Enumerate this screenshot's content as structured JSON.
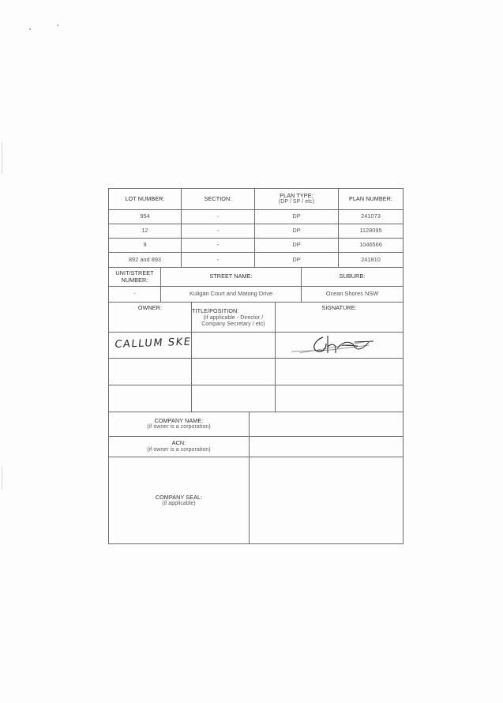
{
  "lots_table": {
    "headers": {
      "lot_number": "LOT NUMBER:",
      "section": "SECTION:",
      "plan_type": "PLAN TYPE:",
      "plan_type_note": "(DP / SP / etc)",
      "plan_number": "PLAN NUMBER:"
    },
    "rows": [
      {
        "lot": "954",
        "section": "-",
        "plan_type": "DP",
        "plan_number": "241073"
      },
      {
        "lot": "12",
        "section": "-",
        "plan_type": "DP",
        "plan_number": "1128095"
      },
      {
        "lot": "9",
        "section": "-",
        "plan_type": "DP",
        "plan_number": "1046566"
      },
      {
        "lot": "892 and 893",
        "section": "-",
        "plan_type": "DP",
        "plan_number": "241810"
      }
    ]
  },
  "address": {
    "headers": {
      "unit": "UNIT/STREET NUMBER:",
      "street": "STREET NAME:",
      "suburb": "SUBURB:"
    },
    "unit": "-",
    "street": "Kuligan Court and Matong Drive",
    "suburb": "Ocean Shores NSW"
  },
  "owners": {
    "headers": {
      "owner": "OWNER:",
      "title": "TITLE/POSITION:",
      "title_note": "(if applicable - Director / Company Secretary / etc)",
      "signature": "SIGNATURE:"
    },
    "rows": [
      {
        "owner": "CALLUM SKED",
        "title": "",
        "signature": ""
      },
      {
        "owner": "",
        "title": "",
        "signature": ""
      },
      {
        "owner": "",
        "title": "",
        "signature": ""
      }
    ]
  },
  "company": {
    "name_label": "COMPANY NAME:",
    "name_note": "(if owner is a corporation)",
    "name_value": "",
    "acn_label": "ACN:",
    "acn_note": "(if owner is a corporation)",
    "acn_value": "",
    "seal_label": "COMPANY SEAL:",
    "seal_note": "(if applicable)"
  }
}
